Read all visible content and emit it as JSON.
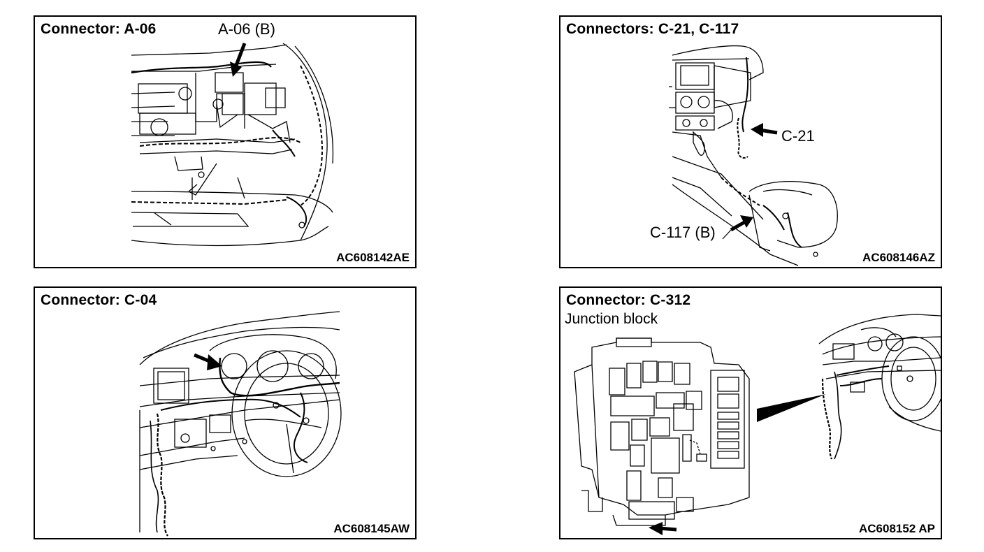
{
  "panels": [
    {
      "title": "Connector: A-06",
      "code": "AC608142AE",
      "callouts": [
        "A-06 (B)"
      ]
    },
    {
      "title": "Connectors: C-21, C-117",
      "code": "AC608146AZ",
      "callouts": [
        "C-21",
        "C-117 (B)"
      ]
    },
    {
      "title": "Connector: C-04",
      "code": "AC608145AW",
      "callouts": []
    },
    {
      "title": "Connector: C-312",
      "subtitle": "Junction block",
      "code": "AC608152 AP",
      "callouts": []
    }
  ]
}
